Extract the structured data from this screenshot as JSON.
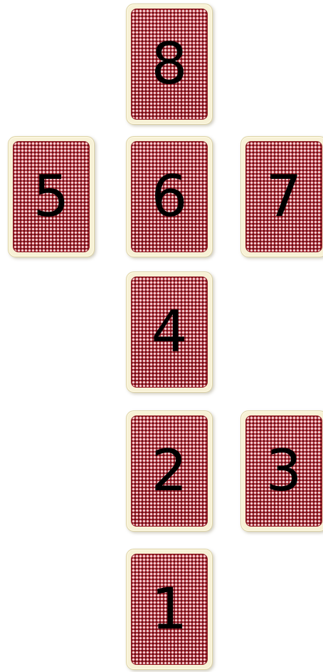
{
  "spread": {
    "cards": [
      {
        "number": "1"
      },
      {
        "number": "2"
      },
      {
        "number": "3"
      },
      {
        "number": "4"
      },
      {
        "number": "5"
      },
      {
        "number": "6"
      },
      {
        "number": "7"
      },
      {
        "number": "8"
      }
    ]
  },
  "colors": {
    "card_back_red": "#c42a35",
    "card_border_cream": "#f7f1d6",
    "number_text": "#000000"
  }
}
